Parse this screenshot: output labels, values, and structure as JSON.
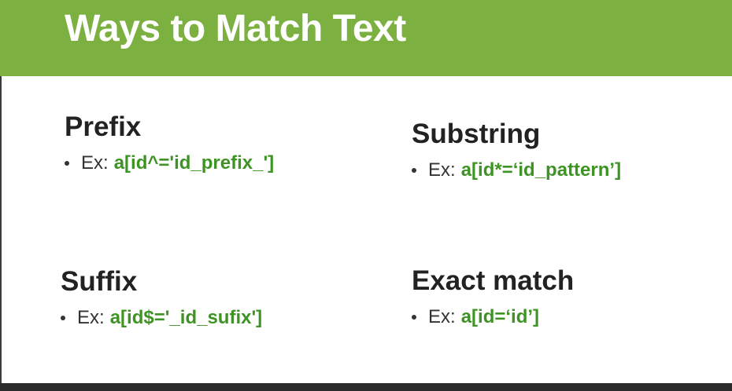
{
  "slide": {
    "title": "Ways to Match Text",
    "sections": [
      {
        "heading": "Prefix",
        "bullet_prefix": "Ex:",
        "code": "a[id^='id_prefix_']"
      },
      {
        "heading": "Substring",
        "bullet_prefix": "Ex:",
        "code": "a[id*=‘id_pattern’]"
      },
      {
        "heading": "Suffix",
        "bullet_prefix": "Ex:",
        "code": "a[id$='_id_sufix']"
      },
      {
        "heading": "Exact match",
        "bullet_prefix": "Ex:",
        "code": "a[id=‘id’]"
      }
    ]
  },
  "colors": {
    "header_background": "#7cb040",
    "title_text": "#ffffff",
    "heading_text": "#222222",
    "body_text": "#333333",
    "code_text": "#3d9323"
  }
}
